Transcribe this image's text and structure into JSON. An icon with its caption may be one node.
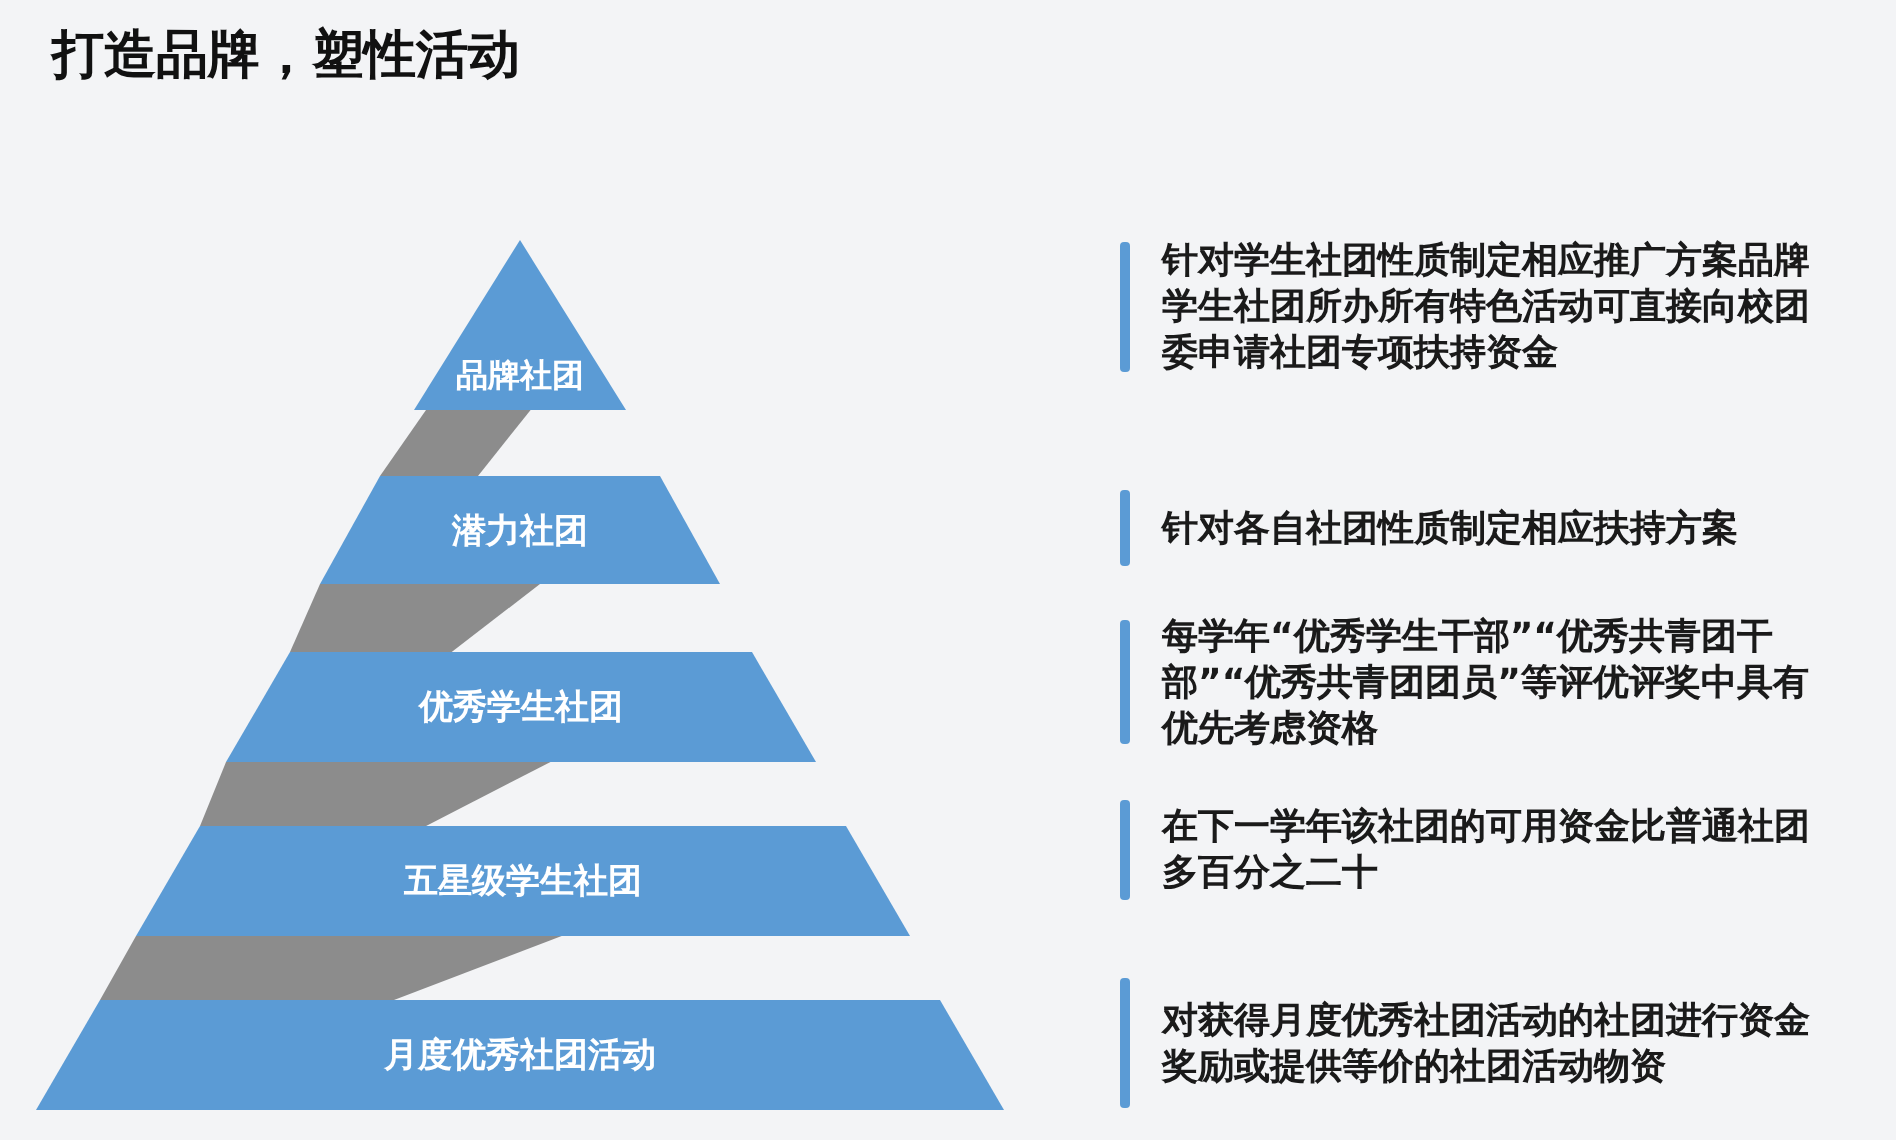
{
  "diagram": {
    "title": "打造品牌，塑性活动",
    "nodes": [
      {
        "text": [
          "品牌社团"
        ]
      },
      {
        "text": [
          "潜力社团"
        ]
      },
      {
        "text": [
          "优秀学生社团"
        ]
      },
      {
        "text": [
          "五星级学生社团"
        ]
      },
      {
        "text": [
          "月度优秀社团活动"
        ]
      }
    ],
    "labels": [
      "针对学生社团性质制定相应推广方案品牌学生社团所办所有特色活动可直接向校团委申请社团专项扶持资金",
      "针对各自社团性质制定相应扶持方案",
      "每学年“优秀学生干部”“优秀共青团干部”“优秀共青团团员”等评优评奖中具有优先考虑资格",
      "在下一学年该社团的可用资金比普通社团多百分之二十",
      "对获得月度优秀社团活动的社团进行资金奖励或提供等价的社团活动物资"
    ]
  }
}
